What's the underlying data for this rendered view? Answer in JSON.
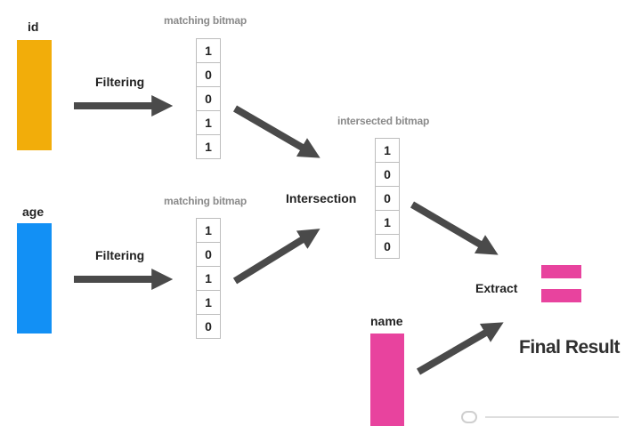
{
  "columns": [
    {
      "name": "id",
      "color": "#f2ad0a"
    },
    {
      "name": "age",
      "color": "#1290f5"
    },
    {
      "name": "name",
      "color": "#e8439e"
    }
  ],
  "filter_label": "Filtering",
  "matching_caption": "matching bitmap",
  "bitmap_id": [
    "1",
    "0",
    "0",
    "1",
    "1"
  ],
  "bitmap_age": [
    "1",
    "0",
    "1",
    "1",
    "0"
  ],
  "intersection_label": "Intersection",
  "intersected_caption": "intersected bitmap",
  "bitmap_intersected": [
    "1",
    "0",
    "0",
    "1",
    "0"
  ],
  "extract_label": "Extract",
  "final_result": "Final Result",
  "result_color": "#e8439e",
  "arrow_color": "#4a4a4a"
}
